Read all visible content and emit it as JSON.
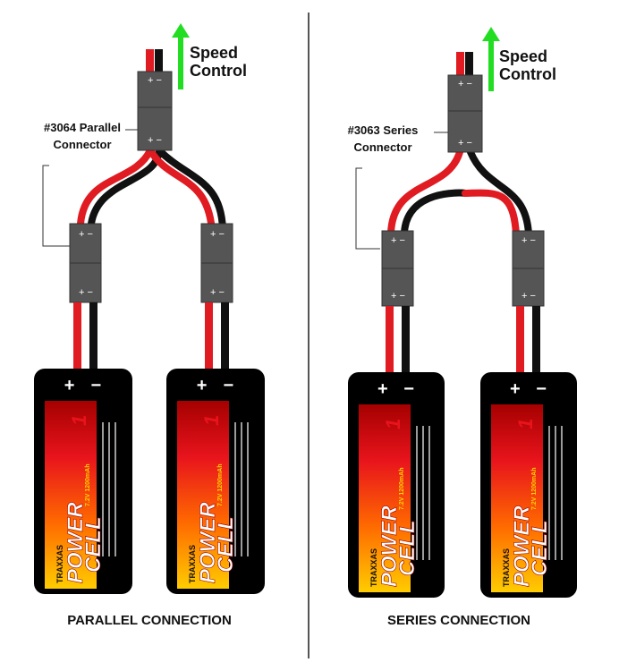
{
  "parallel": {
    "caption": "PARALLEL CONNECTION",
    "connector_label_line1": "#3064 Parallel",
    "connector_label_line2": "Connector"
  },
  "series": {
    "caption": "SERIES CONNECTION",
    "connector_label_line1": "#3063 Series",
    "connector_label_line2": "Connector"
  },
  "speed_control": {
    "line1": "Speed",
    "line2": "Control"
  },
  "connector": {
    "plus_minus": "+ −"
  },
  "battery": {
    "terminal_plus": "+",
    "terminal_minus": "−",
    "brand": "TRAXXAS",
    "model_line1": "POWER",
    "model_line2": "CELL",
    "series_number": "1",
    "spec": "7.2V 1200mAh"
  },
  "colors": {
    "wire_red": "#e01b22",
    "wire_black": "#111111",
    "connector_gray": "#555555",
    "arrow_green": "#22dd22",
    "battery_body": "#000000",
    "label_red": "#e8141c",
    "label_yellow": "#ffd400"
  },
  "icons": [
    "up-arrow-icon",
    "battery-icon",
    "connector-icon"
  ]
}
